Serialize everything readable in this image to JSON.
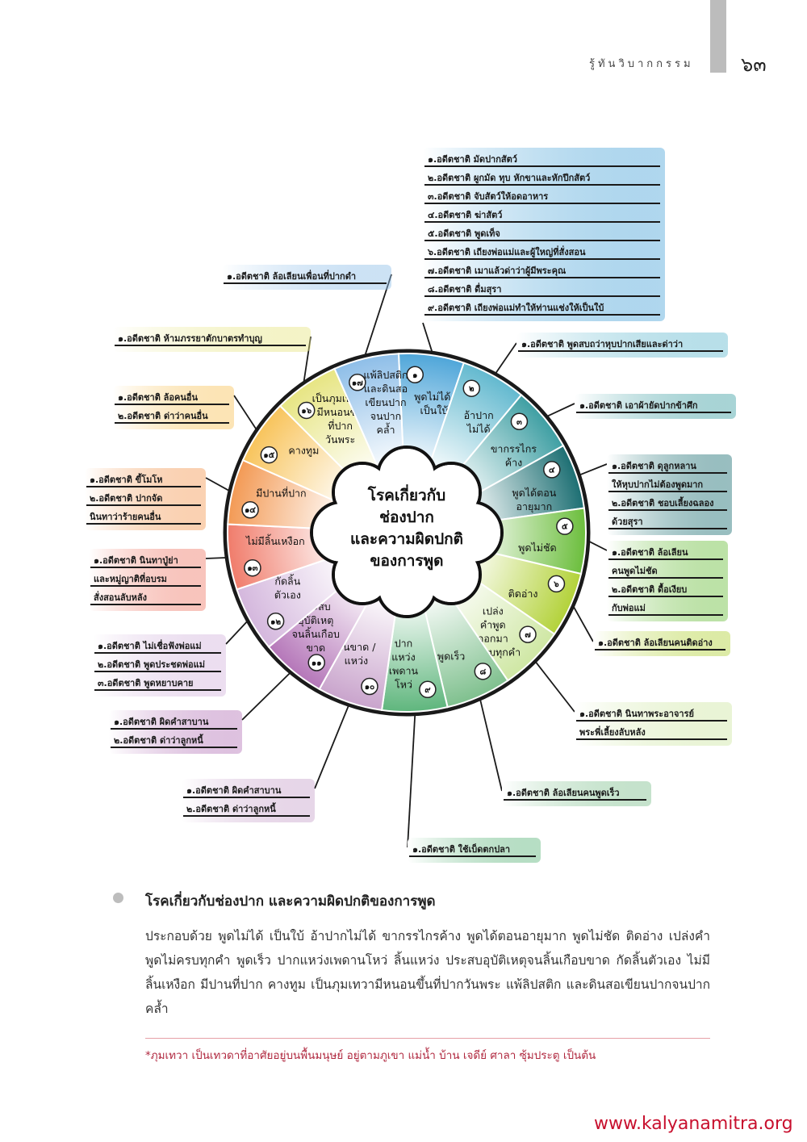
{
  "header": {
    "title": "รู้ทันวิบากกรรม",
    "page_number": "๖๓"
  },
  "diagram": {
    "center": [
      "โรคเกี่ยวกับ",
      "ช่องปาก",
      "และความผิดปกติ",
      "ของการพูด"
    ],
    "segments": [
      {
        "num": "๑",
        "lines": [
          "พูดไม่ได้/",
          "เป็นใบ้"
        ],
        "color": "#4fa6d9",
        "causes": [
          "๑.อดีตชาติ มัดปากสัตว์",
          "๒.อดีตชาติ ผูกมัด ทุบ หักขาและหักปีกสัตว์",
          "๓.อดีตชาติ จับสัตว์ให้อดอาหาร",
          "๔.อดีตชาติ ฆ่าสัตว์",
          "๕.อดีตชาติ พูดเท็จ",
          "๖.อดีตชาติ เถียงพ่อแม่และผู้ใหญ่ที่สั่งสอน",
          "๗.อดีตชาติ เมาแล้วด่าว่าผู้มีพระคุณ",
          "๘.อดีตชาติ ดื่มสุรา",
          "๙.อดีตชาติ เถียงพ่อแม่ทำให้ท่านแช่งให้เป็นใบ้"
        ]
      },
      {
        "num": "๒",
        "lines": [
          "อ้าปาก",
          "ไม่ได้"
        ],
        "color": "#63b9cf",
        "causes": [
          "๑.อดีตชาติ พูดสบถว่าหุบปากเสียและด่าว่า"
        ]
      },
      {
        "num": "๓",
        "lines": [
          "ขากรรไกร",
          "ค้าง"
        ],
        "color": "#3f9fa3",
        "causes": [
          "๑.อดีตชาติ เอาผ้ายัดปากข้าศึก"
        ]
      },
      {
        "num": "๔",
        "lines": [
          "พูดได้ตอน",
          "อายุมาก"
        ],
        "color": "#1d6f73",
        "causes": [
          "๑.อดีตชาติ ดุลูกหลาน",
          "ให้หุบปากไม่ต้องพูดมาก",
          "๒.อดีตชาติ ชอบเลี้ยงฉลอง",
          "ด้วยสุรา"
        ]
      },
      {
        "num": "๕",
        "lines": [
          "พูดไม่ชัด"
        ],
        "color": "#6cbe3d",
        "causes": [
          "๑.อดีตชาติ ล้อเลียน",
          "คนพูดไม่ชัด",
          "๒.อดีตชาติ ดื้อเงียบ",
          "กับพ่อแม่"
        ]
      },
      {
        "num": "๖",
        "lines": [
          "ติดอ่าง"
        ],
        "color": "#b3d23a",
        "causes": [
          "๑.อดีตชาติ ล้อเลียนคนติดอ่าง"
        ]
      },
      {
        "num": "๗",
        "lines": [
          "เปล่ง",
          "คำพูด",
          "ออกมา",
          "ไม่ครบทุกคำ"
        ],
        "color": "#cfe7a4",
        "causes": [
          "๑.อดีตชาติ นินทาพระอาจารย์",
          "พระพี่เลี้ยงลับหลัง"
        ]
      },
      {
        "num": "๘",
        "lines": [
          "พูดเร็ว"
        ],
        "color": "#7fc08e",
        "causes": [
          "๑.อดีตชาติ ล้อเลียนคนพูดเร็ว"
        ]
      },
      {
        "num": "๙",
        "lines": [
          "ปาก",
          "แหว่ง",
          "เพดาน",
          "โหว่"
        ],
        "color": "#5fb67d",
        "causes": [
          "๑.อดีตชาติ ใช้เบ็ดตกปลา"
        ]
      },
      {
        "num": "๑๐",
        "lines": [
          "ลิ้นขาด /",
          "แหว่ง"
        ],
        "color": "#c9a4cc",
        "causes": [
          "๑.อดีตชาติ ผิดคำสาบาน",
          "๒.อดีตชาติ ด่าว่าลูกหนี้"
        ]
      },
      {
        "num": "๑๑",
        "lines": [
          "ประสบ",
          "อุบัติเหตุ",
          "จนลิ้นเกือบ",
          "ขาด"
        ],
        "color": "#b577b9",
        "causes": [
          "๑.อดีตชาติ ผิดคำสาบาน",
          "๒.อดีตชาติ ด่าว่าลูกหนี้"
        ]
      },
      {
        "num": "๑๒",
        "lines": [
          "กัดลิ้น",
          "ตัวเอง"
        ],
        "color": "#d4b7dd",
        "causes": [
          "๑.อดีตชาติ ไม่เชื่อฟังพ่อแม่",
          "๒.อดีตชาติ พูดประชดพ่อแม่",
          "๓.อดีตชาติ พูดหยาบคาย"
        ]
      },
      {
        "num": "๑๓",
        "lines": [
          "ไม่มีลิ้นเหงือก"
        ],
        "color": "#f07c6b",
        "causes": [
          "๑.อดีตชาติ นินทาปู่ย่า",
          "และหมู่ญาติที่อบรม",
          "สั่งสอนลับหลัง"
        ]
      },
      {
        "num": "๑๔",
        "lines": [
          "มีปานที่ปาก"
        ],
        "color": "#f39a55",
        "causes": [
          "๑.อดีตชาติ ขี้โมโห",
          "๒.อดีตชาติ ปากจัด",
          "นินทาว่าร้ายคนอื่น"
        ]
      },
      {
        "num": "๑๕",
        "lines": [
          "คางทูม"
        ],
        "color": "#f8c45c",
        "causes": [
          "๑.อดีตชาติ ล้อคนอื่น",
          "๒.อดีตชาติ ด่าว่าคนอื่น"
        ]
      },
      {
        "num": "๑๖",
        "lines": [
          "เป็นภุมเทวา*",
          "มีหนอนขึ้น",
          "ที่ปาก",
          "วันพระ"
        ],
        "color": "#e7e583",
        "causes": [
          "๑.อดีตชาติ ห้ามภรรยาตักบาตรทำบุญ"
        ]
      },
      {
        "num": "๑๗",
        "lines": [
          "แพ้ลิปสติก",
          "และดินสอ",
          "เขียนปาก",
          "จนปาก",
          "คล้ำ"
        ],
        "color": "#8ebee8",
        "causes": [
          "๑.อดีตชาติ ล้อเลียนเพื่อนที่ปากดำ"
        ]
      }
    ]
  },
  "section": {
    "title": "โรคเกี่ยวกับช่องปาก และความผิดปกติของการพูด",
    "body": "ประกอบด้วย พูดไม่ได้ เป็นใบ้ อ้าปากไม่ได้ ขากรรไกรค้าง พูดได้ตอนอายุมาก พูดไม่ชัด ติดอ่าง เปล่งคำพูดไม่ครบทุกคำ พูดเร็ว ปากแหว่งเพดานโหว่ ลิ้นแหว่ง ประสบอุบัติเหตุจนลิ้นเกือบขาด กัดลิ้นตัวเอง ไม่มีลิ้นเหงือก มีปานที่ปาก คางทูม เป็นภุมเทวามีหนอนขึ้นที่ปากวันพระ แพ้ลิปสติก และดินสอเขียนปากจนปากคล้ำ"
  },
  "footnote": "*ภุมเทวา เป็นเทวดาที่อาศัยอยู่บนพื้นมนุษย์ อยู่ตามภูเขา แม่น้ำ บ้าน เจดีย์ ศาลา ซุ้มประตู เป็นต้น",
  "website": "www.kalyanamitra.org"
}
